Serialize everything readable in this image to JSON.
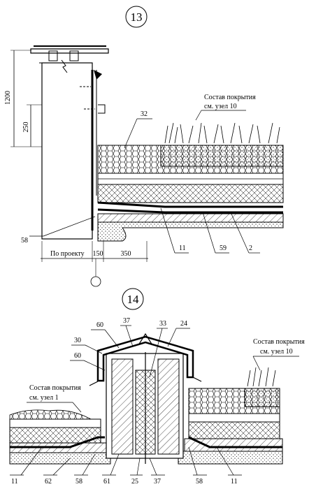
{
  "detail_13": {
    "number": "13",
    "note_line1": "Состав покрытия",
    "note_line2": "см. узел 10",
    "dim_1200": "1200",
    "dim_250": "250",
    "dim_150": "150",
    "dim_350": "350",
    "dim_project": "По проекту",
    "callouts": [
      "32",
      "58",
      "11",
      "59",
      "2"
    ]
  },
  "detail_14": {
    "number": "14",
    "note_left_line1": "Состав покрытия",
    "note_left_line2": "см. узел 1",
    "note_right_line1": "Состав покрытия",
    "note_right_line2": "см. узел 10",
    "callouts_top": [
      "37",
      "33",
      "60",
      "24",
      "30",
      "60"
    ],
    "callouts_bottom": [
      "11",
      "62",
      "58",
      "61",
      "25",
      "37",
      "58",
      "11"
    ]
  }
}
